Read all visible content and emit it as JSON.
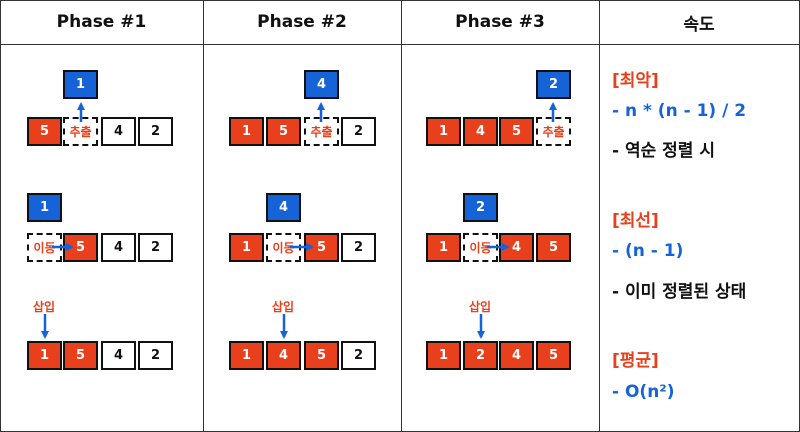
{
  "header": {
    "phase1": "Phase #1",
    "phase2": "Phase #2",
    "phase3": "Phase #3",
    "speed": "속도"
  },
  "colors": {
    "red": "#e8401c",
    "blue": "#1663d8",
    "black": "#111111"
  },
  "phase1": {
    "step1": {
      "pulled": "1",
      "row": [
        "5",
        "추출",
        "4",
        "2"
      ]
    },
    "step2": {
      "held": "1",
      "row": [
        "이동",
        "5",
        "4",
        "2"
      ]
    },
    "step3": {
      "insert_label": "삽입",
      "row": [
        "1",
        "5",
        "4",
        "2"
      ]
    }
  },
  "phase2": {
    "step1": {
      "pulled": "4",
      "row": [
        "1",
        "5",
        "추출",
        "2"
      ]
    },
    "step2": {
      "held": "4",
      "row": [
        "1",
        "이동",
        "5",
        "2"
      ]
    },
    "step3": {
      "insert_label": "삽입",
      "row": [
        "1",
        "4",
        "5",
        "2"
      ]
    }
  },
  "phase3": {
    "step1": {
      "pulled": "2",
      "row": [
        "1",
        "4",
        "5",
        "추출"
      ]
    },
    "step2": {
      "held": "2",
      "row": [
        "1",
        "이동",
        "4",
        "5"
      ]
    },
    "step3": {
      "insert_label": "삽입",
      "row": [
        "1",
        "2",
        "4",
        "5"
      ]
    }
  },
  "speed": {
    "worst_title": "[최악]",
    "worst_formula": "- n * (n - 1) / 2",
    "worst_note": "- 역순 정렬 시",
    "best_title": "[최선]",
    "best_formula": "- (n - 1)",
    "best_note": "- 이미 정렬된 상태",
    "avg_title": "[평균]",
    "avg_formula": "- O(n²)"
  }
}
